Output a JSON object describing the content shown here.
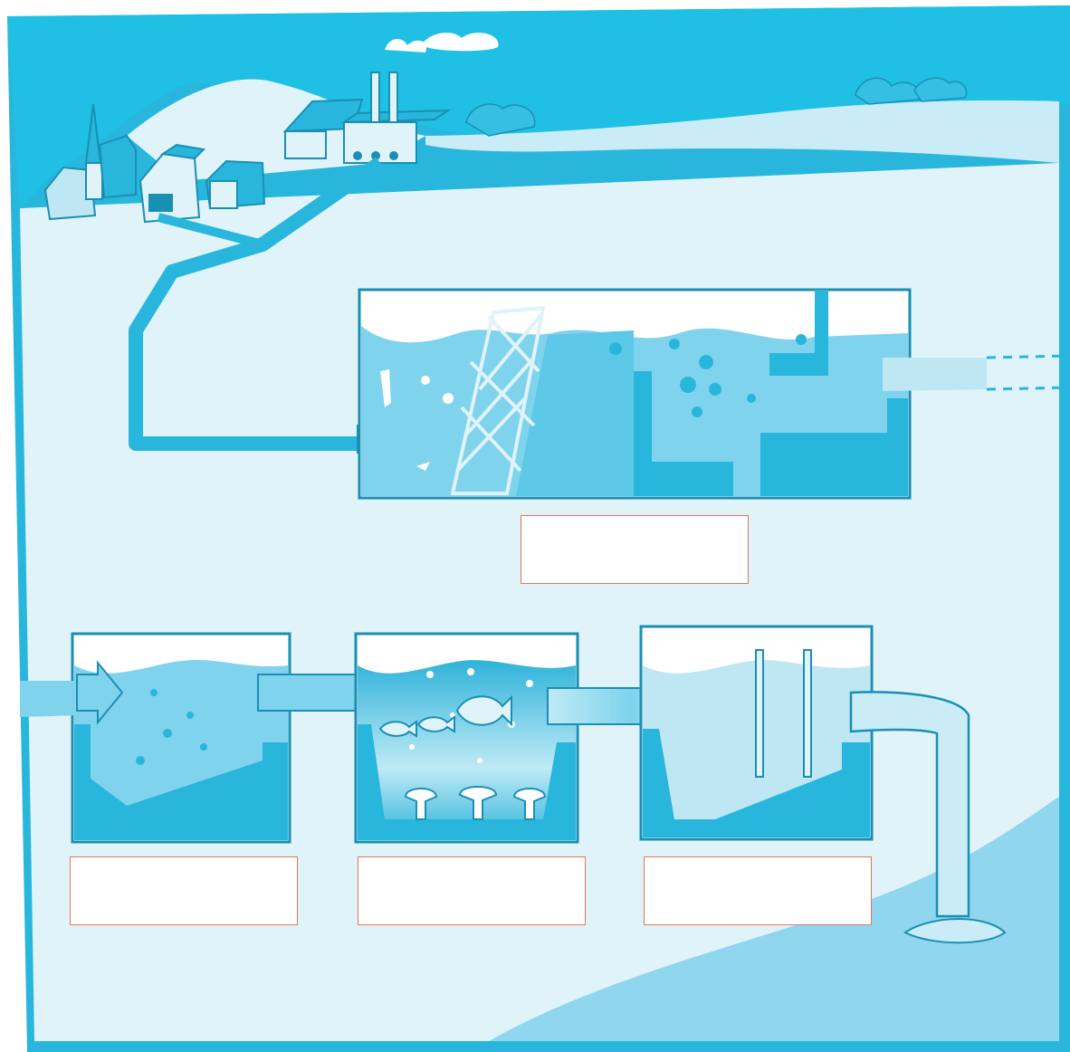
{
  "diagram": {
    "subject": "wastewater-treatment-stages",
    "colors": {
      "frame": "#29b6dd",
      "sky": "#1fc0e3",
      "land": "#dff3f8",
      "water": "#7fd3ec",
      "water_dark": "#2fb3da",
      "river": "#8fd6ee",
      "box_border": "#e2765c"
    },
    "icons": [
      "village-icon",
      "factory-icon",
      "screen-grate-icon",
      "fish-icon",
      "aerator-icon",
      "filter-icon",
      "outflow-pipe-icon"
    ],
    "label_boxes": [
      {
        "stage": "mechanical-screening",
        "text": ""
      },
      {
        "stage": "primary-settling",
        "text": ""
      },
      {
        "stage": "biological-treatment",
        "text": ""
      },
      {
        "stage": "final-clarification",
        "text": ""
      }
    ]
  }
}
